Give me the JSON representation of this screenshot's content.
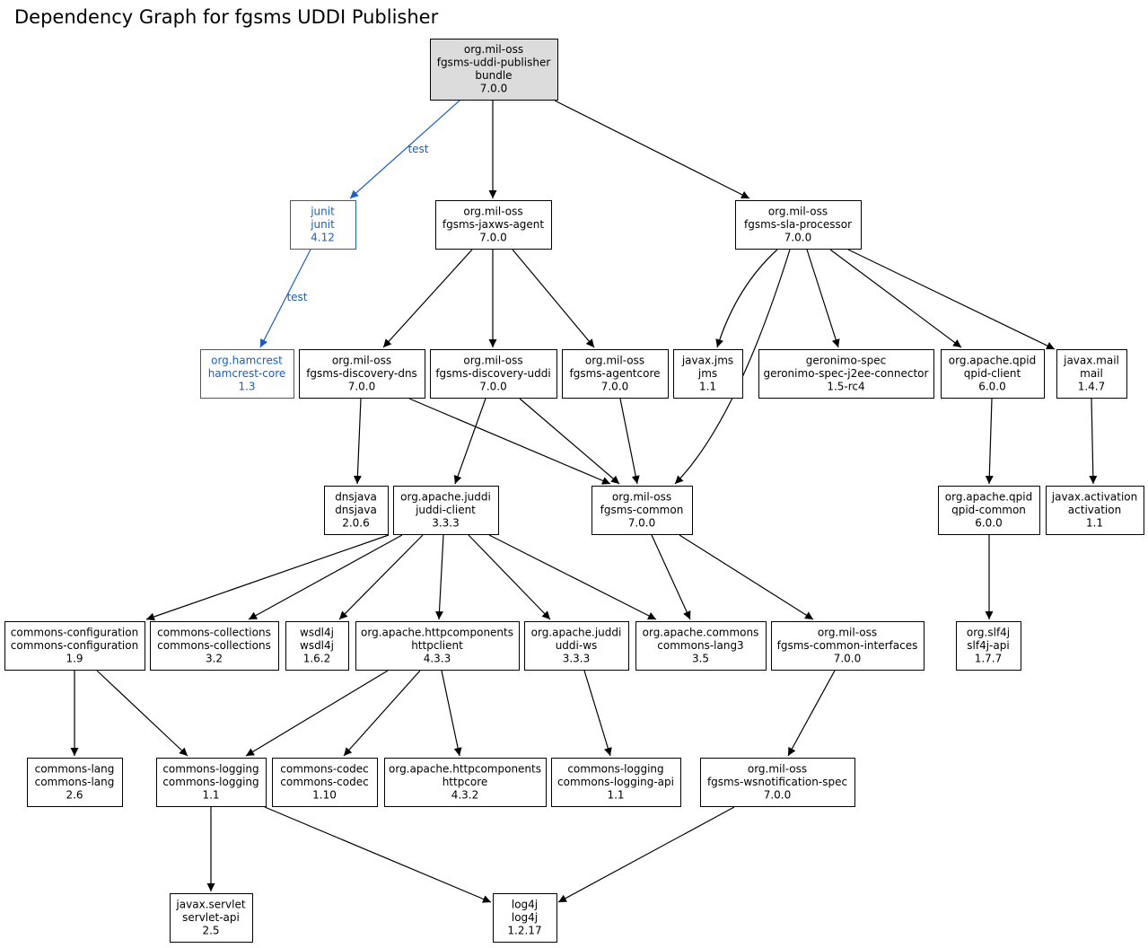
{
  "title": "Dependency Graph for fgsms UDDI Publisher",
  "colors": {
    "default": "#000000",
    "test": "#1a5fbf",
    "root_fill": "#dcdcdc"
  },
  "nodes": [
    {
      "id": "root",
      "lines": [
        "org.mil-oss",
        "fgsms-uddi-publisher",
        "bundle",
        "7.0.0"
      ],
      "root": true
    },
    {
      "id": "junit",
      "lines": [
        "junit",
        "junit",
        "4.12"
      ],
      "scope": "test"
    },
    {
      "id": "hamcrest",
      "lines": [
        "org.hamcrest",
        "hamcrest-core",
        "1.3"
      ],
      "scope": "test"
    },
    {
      "id": "jaxws",
      "lines": [
        "org.mil-oss",
        "fgsms-jaxws-agent",
        "7.0.0"
      ]
    },
    {
      "id": "sla",
      "lines": [
        "org.mil-oss",
        "fgsms-sla-processor",
        "7.0.0"
      ]
    },
    {
      "id": "discdns",
      "lines": [
        "org.mil-oss",
        "fgsms-discovery-dns",
        "7.0.0"
      ]
    },
    {
      "id": "discuddi",
      "lines": [
        "org.mil-oss",
        "fgsms-discovery-uddi",
        "7.0.0"
      ]
    },
    {
      "id": "agentcore",
      "lines": [
        "org.mil-oss",
        "fgsms-agentcore",
        "7.0.0"
      ]
    },
    {
      "id": "jms",
      "lines": [
        "javax.jms",
        "jms",
        "1.1"
      ]
    },
    {
      "id": "geronimo",
      "lines": [
        "geronimo-spec",
        "geronimo-spec-j2ee-connector",
        "1.5-rc4"
      ]
    },
    {
      "id": "qpidclient",
      "lines": [
        "org.apache.qpid",
        "qpid-client",
        "6.0.0"
      ]
    },
    {
      "id": "mail",
      "lines": [
        "javax.mail",
        "mail",
        "1.4.7"
      ]
    },
    {
      "id": "dnsjava",
      "lines": [
        "dnsjava",
        "dnsjava",
        "2.0.6"
      ]
    },
    {
      "id": "juddiclient",
      "lines": [
        "org.apache.juddi",
        "juddi-client",
        "3.3.3"
      ]
    },
    {
      "id": "common",
      "lines": [
        "org.mil-oss",
        "fgsms-common",
        "7.0.0"
      ]
    },
    {
      "id": "qpidcommon",
      "lines": [
        "org.apache.qpid",
        "qpid-common",
        "6.0.0"
      ]
    },
    {
      "id": "activation",
      "lines": [
        "javax.activation",
        "activation",
        "1.1"
      ]
    },
    {
      "id": "cconfig",
      "lines": [
        "commons-configuration",
        "commons-configuration",
        "1.9"
      ]
    },
    {
      "id": "ccoll",
      "lines": [
        "commons-collections",
        "commons-collections",
        "3.2"
      ]
    },
    {
      "id": "wsdl4j",
      "lines": [
        "wsdl4j",
        "wsdl4j",
        "1.6.2"
      ]
    },
    {
      "id": "httpclient",
      "lines": [
        "org.apache.httpcomponents",
        "httpclient",
        "4.3.3"
      ]
    },
    {
      "id": "uddiws",
      "lines": [
        "org.apache.juddi",
        "uddi-ws",
        "3.3.3"
      ]
    },
    {
      "id": "lang3",
      "lines": [
        "org.apache.commons",
        "commons-lang3",
        "3.5"
      ]
    },
    {
      "id": "cifaces",
      "lines": [
        "org.mil-oss",
        "fgsms-common-interfaces",
        "7.0.0"
      ]
    },
    {
      "id": "slf4j",
      "lines": [
        "org.slf4j",
        "slf4j-api",
        "1.7.7"
      ]
    },
    {
      "id": "clang",
      "lines": [
        "commons-lang",
        "commons-lang",
        "2.6"
      ]
    },
    {
      "id": "clog",
      "lines": [
        "commons-logging",
        "commons-logging",
        "1.1"
      ]
    },
    {
      "id": "codec",
      "lines": [
        "commons-codec",
        "commons-codec",
        "1.10"
      ]
    },
    {
      "id": "httpcore",
      "lines": [
        "org.apache.httpcomponents",
        "httpcore",
        "4.3.2"
      ]
    },
    {
      "id": "clogapi",
      "lines": [
        "commons-logging",
        "commons-logging-api",
        "1.1"
      ]
    },
    {
      "id": "wsnotif",
      "lines": [
        "org.mil-oss",
        "fgsms-wsnotification-spec",
        "7.0.0"
      ]
    },
    {
      "id": "servlet",
      "lines": [
        "javax.servlet",
        "servlet-api",
        "2.5"
      ]
    },
    {
      "id": "log4j",
      "lines": [
        "log4j",
        "log4j",
        "1.2.17"
      ]
    }
  ],
  "edges": [
    {
      "from": "root",
      "to": "junit",
      "label": "test",
      "scope": "test"
    },
    {
      "from": "junit",
      "to": "hamcrest",
      "label": "test",
      "scope": "test"
    },
    {
      "from": "root",
      "to": "jaxws"
    },
    {
      "from": "root",
      "to": "sla"
    },
    {
      "from": "jaxws",
      "to": "discdns"
    },
    {
      "from": "jaxws",
      "to": "discuddi"
    },
    {
      "from": "jaxws",
      "to": "agentcore"
    },
    {
      "from": "sla",
      "to": "jms"
    },
    {
      "from": "sla",
      "to": "geronimo"
    },
    {
      "from": "sla",
      "to": "qpidclient"
    },
    {
      "from": "sla",
      "to": "mail"
    },
    {
      "from": "sla",
      "to": "common"
    },
    {
      "from": "discdns",
      "to": "dnsjava"
    },
    {
      "from": "discdns",
      "to": "common"
    },
    {
      "from": "discuddi",
      "to": "juddiclient"
    },
    {
      "from": "discuddi",
      "to": "common"
    },
    {
      "from": "agentcore",
      "to": "common"
    },
    {
      "from": "qpidclient",
      "to": "qpidcommon"
    },
    {
      "from": "mail",
      "to": "activation"
    },
    {
      "from": "qpidcommon",
      "to": "slf4j"
    },
    {
      "from": "juddiclient",
      "to": "cconfig"
    },
    {
      "from": "juddiclient",
      "to": "ccoll"
    },
    {
      "from": "juddiclient",
      "to": "wsdl4j"
    },
    {
      "from": "juddiclient",
      "to": "httpclient"
    },
    {
      "from": "juddiclient",
      "to": "uddiws"
    },
    {
      "from": "juddiclient",
      "to": "lang3"
    },
    {
      "from": "common",
      "to": "lang3"
    },
    {
      "from": "common",
      "to": "cifaces"
    },
    {
      "from": "cconfig",
      "to": "clang"
    },
    {
      "from": "cconfig",
      "to": "clog"
    },
    {
      "from": "httpclient",
      "to": "clog"
    },
    {
      "from": "httpclient",
      "to": "codec"
    },
    {
      "from": "httpclient",
      "to": "httpcore"
    },
    {
      "from": "uddiws",
      "to": "clogapi"
    },
    {
      "from": "cifaces",
      "to": "wsnotif"
    },
    {
      "from": "clog",
      "to": "servlet"
    },
    {
      "from": "clog",
      "to": "log4j"
    },
    {
      "from": "wsnotif",
      "to": "log4j"
    }
  ]
}
